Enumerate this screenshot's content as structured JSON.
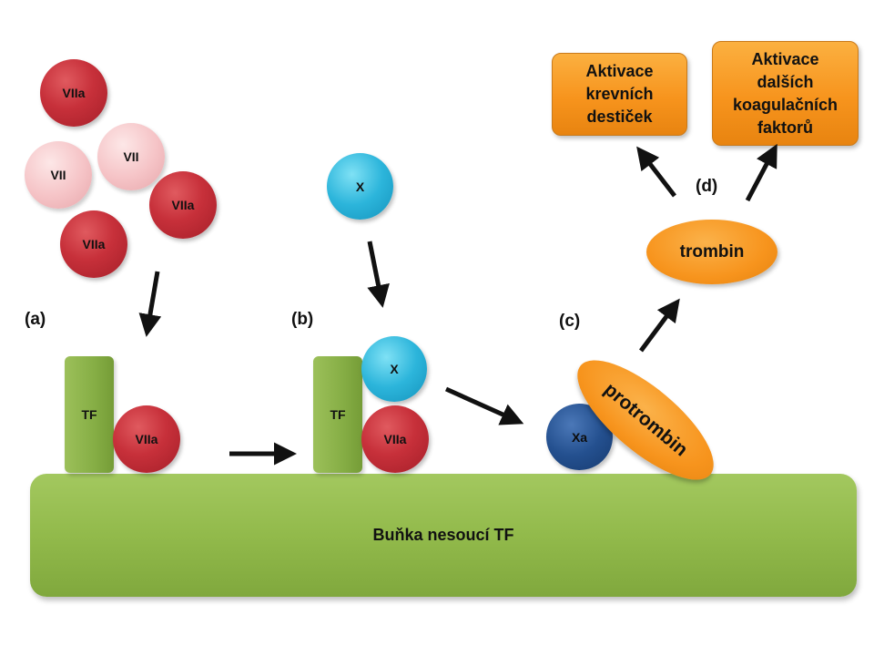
{
  "colors": {
    "factor_vii": "#f5c3c6",
    "factor_viia": "#c7303a",
    "factor_x": "#2cb5db",
    "factor_xa": "#24508f",
    "tf_green": "#86ae45",
    "cell_green": "#92ba4b",
    "orange": "#f7941d",
    "arrow": "#111111"
  },
  "stages": {
    "a": "(a)",
    "b": "(b)",
    "c": "(c)",
    "d": "(d)"
  },
  "factors": {
    "vii": "VII",
    "viia": "VIIa",
    "x": "X",
    "xa": "Xa",
    "tf": "TF"
  },
  "cell": {
    "label": "Buňka nesoucí TF"
  },
  "molecules": {
    "prothrombin": "protrombin",
    "thrombin": "trombin"
  },
  "outcomes": {
    "platelets": [
      "Aktivace",
      "krevních",
      "destiček"
    ],
    "coagulation": [
      "Aktivace",
      "dalších",
      "koagulačních",
      "faktorů"
    ]
  }
}
